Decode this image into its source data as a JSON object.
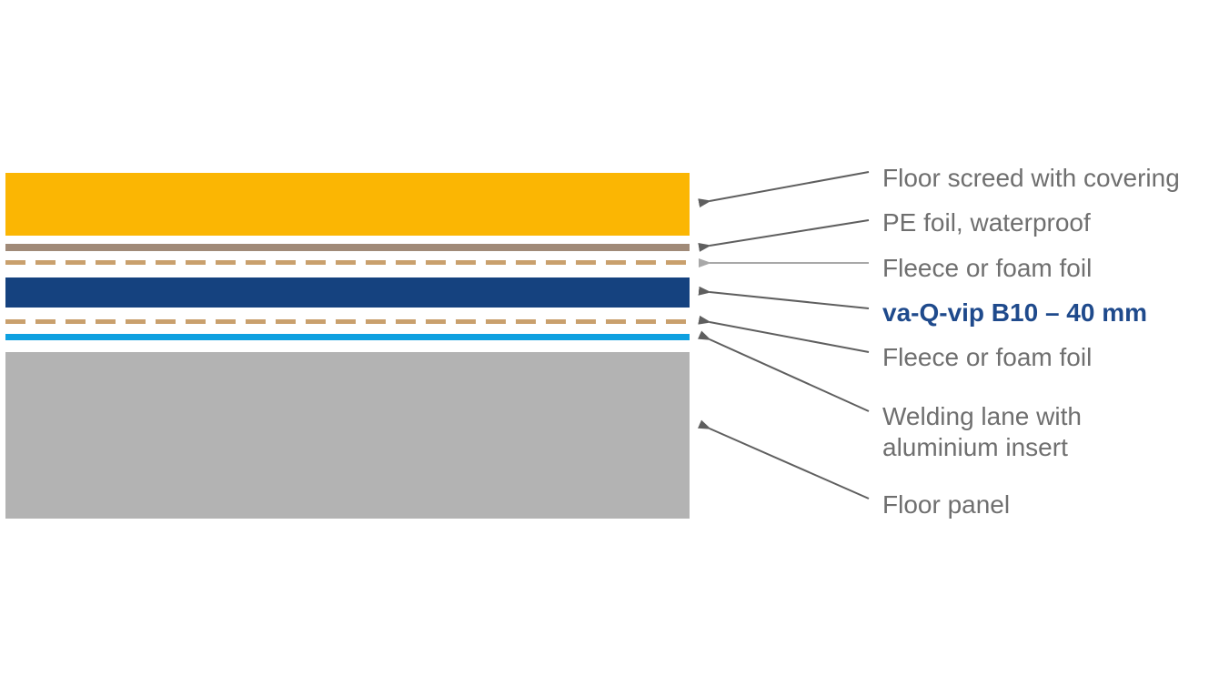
{
  "colors": {
    "screed": "#fbb603",
    "pe_foil": "#a08a78",
    "fleece": "#c9a06d",
    "vip": "#15427f",
    "welding_lane": "#0ea0e0",
    "floor_panel": "#b3b3b3",
    "label_text": "#6f6f6f",
    "highlight_text": "#1f4a8c",
    "leader": "#5f5f5f",
    "leader_light": "#a8a8a8"
  },
  "labels": {
    "screed": "Floor screed with covering",
    "pe_foil": "PE foil, waterproof",
    "fleece_top": "Fleece or foam foil",
    "vip": "va-Q-vip B10 – 40 mm",
    "fleece_bottom": "Fleece or foam foil",
    "welding_lane": "Welding lane with\naluminium insert",
    "floor_panel": "Floor panel"
  }
}
